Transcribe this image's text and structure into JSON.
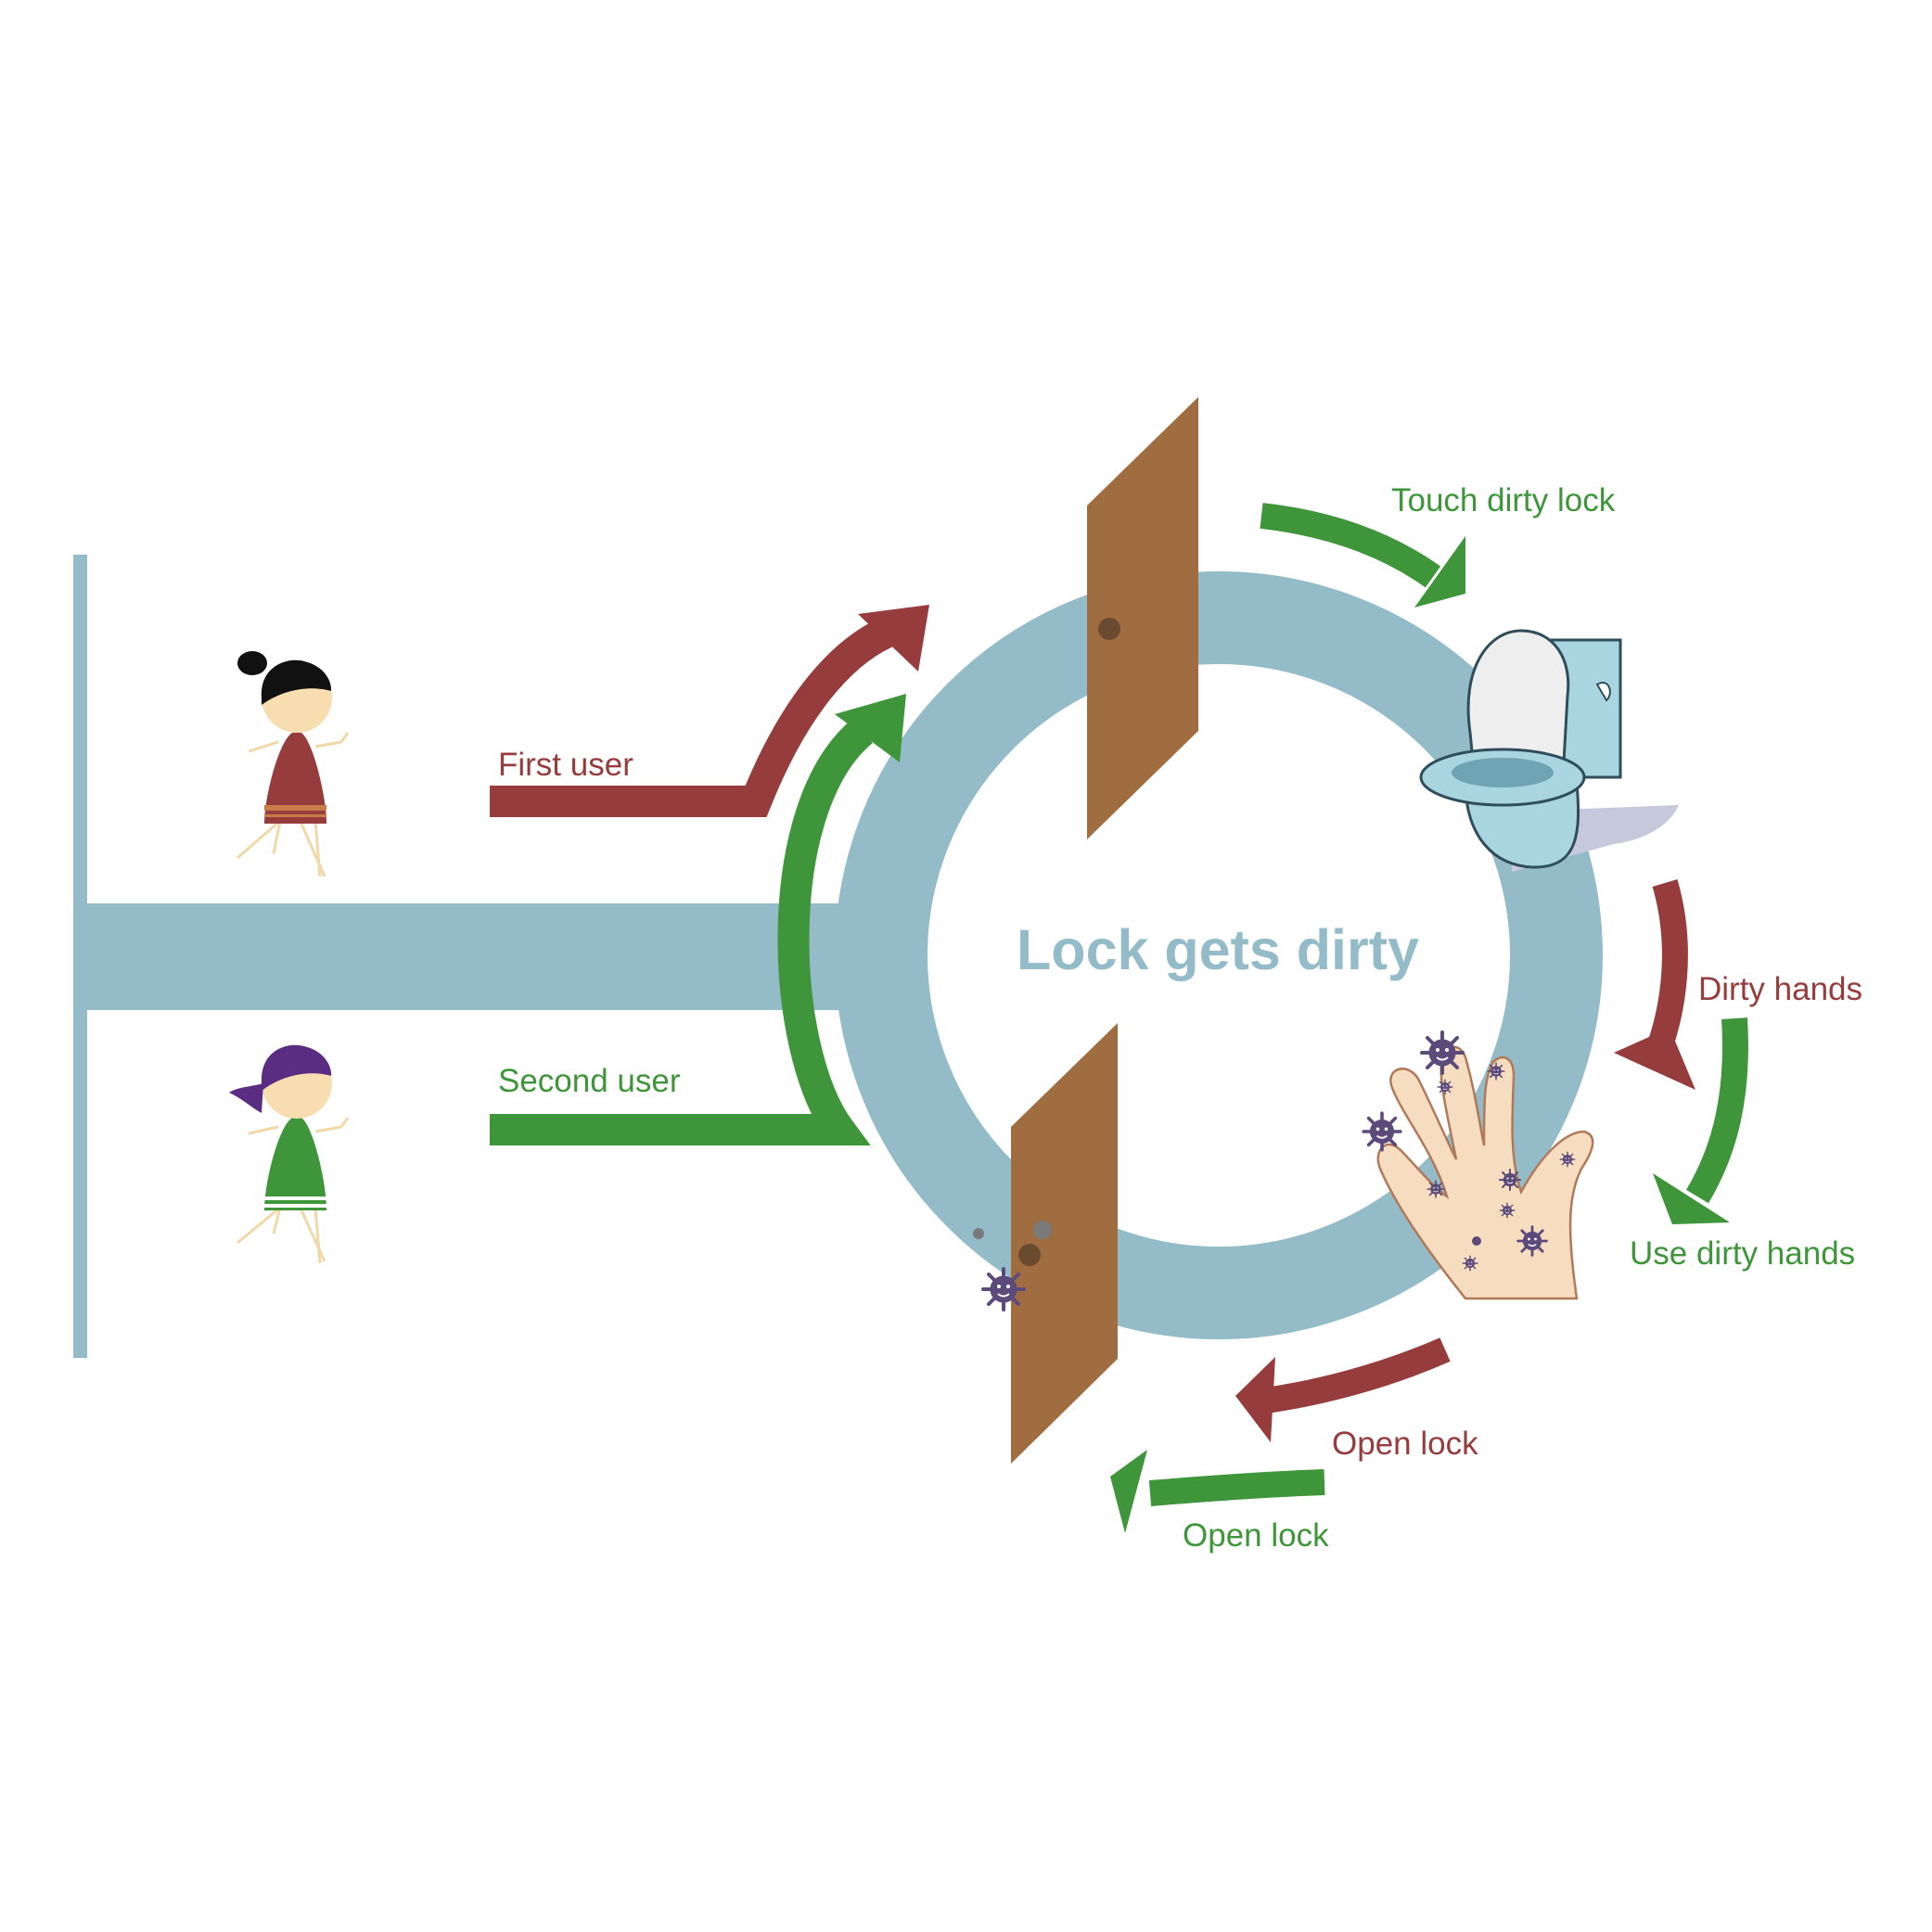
{
  "colors": {
    "corridor": "#94bcc8",
    "ring": "#94bcc8",
    "first_user": "#963c3c",
    "second_user": "#3f963a",
    "door": "#a06d40",
    "doorknob": "#6b4a32",
    "germ": "#5b4a7a",
    "skin": "#f7ddc0",
    "toilet_body": "#a9d5e0",
    "toilet_lid": "#eeeeee",
    "toilet_shadow": "#c6c8dc"
  },
  "center_title": "Lock gets dirty",
  "labels": {
    "first_user": "First user",
    "second_user": "Second user",
    "touch_dirty_lock": "Touch dirty lock",
    "dirty_hands": "Dirty hands",
    "use_dirty_hands": "Use dirty hands",
    "open_lock_first": "Open lock",
    "open_lock_second": "Open lock"
  },
  "figures": {
    "first_user_hair": "#111111",
    "first_user_dress": "#963c3c",
    "second_user_hair": "#5a2d82",
    "second_user_dress": "#3f963a"
  }
}
